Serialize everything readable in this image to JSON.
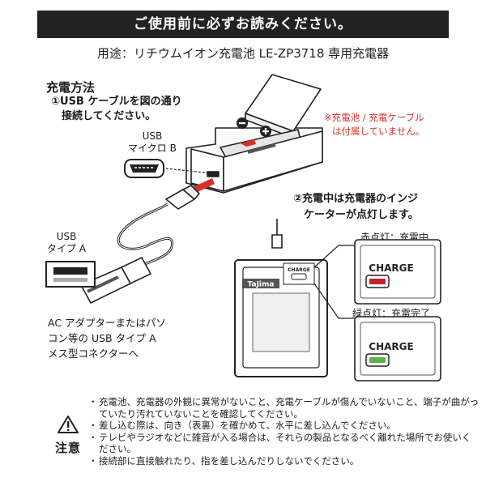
{
  "header": {
    "title": "ご使用前に必ずお読みください。"
  },
  "subtitle": "用途：リチウムイオン充電池 LE-ZP3718 専用充電器",
  "method": {
    "title": "充電方法",
    "step1_line1": "①USB ケーブルを図の通り",
    "step1_line2": "接続してください。",
    "step2_line1": "②充電中は充電器のインジ",
    "step2_line2": "ケーターが点灯します。"
  },
  "red_note": {
    "line1": "※充電池 / 充電ケーブル",
    "line2": "は付属していません。"
  },
  "labels": {
    "usb_micro_line1": "USB",
    "usb_micro_line2": "マイクロ B",
    "usb_a_line1": "USB",
    "usb_a_line2": "タイプ A",
    "red_lamp": "赤点灯：充電中",
    "green_lamp": "緑点灯：充電完了",
    "charge": "CHARGE",
    "charger_brand": "TaJima",
    "ac_line1": "AC アダプターまたはパソ",
    "ac_line2": "コン等の USB タイプ A",
    "ac_line3": "メス型コネクターへ"
  },
  "caution": {
    "label": "注意",
    "items": [
      "充電池、充電器の外観に異常がないこと、充電ケーブルが傷んでいないこと、端子が曲がっていたり汚れていないことを確認してください。",
      "差し込む際は、向き（表裏）を確かめて、水平に差し込んでください。",
      "テレビやラジオなどに雑音が入る場合は、それらの製品となるべく離れた場所でお使いください。",
      "接続部に直接触れたり、指を差し込んだりしないでください。"
    ]
  },
  "colors": {
    "header_bg": "#222222",
    "note_red": "#d9312a",
    "lamp_red": "#c8202a",
    "lamp_green": "#5ab544"
  }
}
